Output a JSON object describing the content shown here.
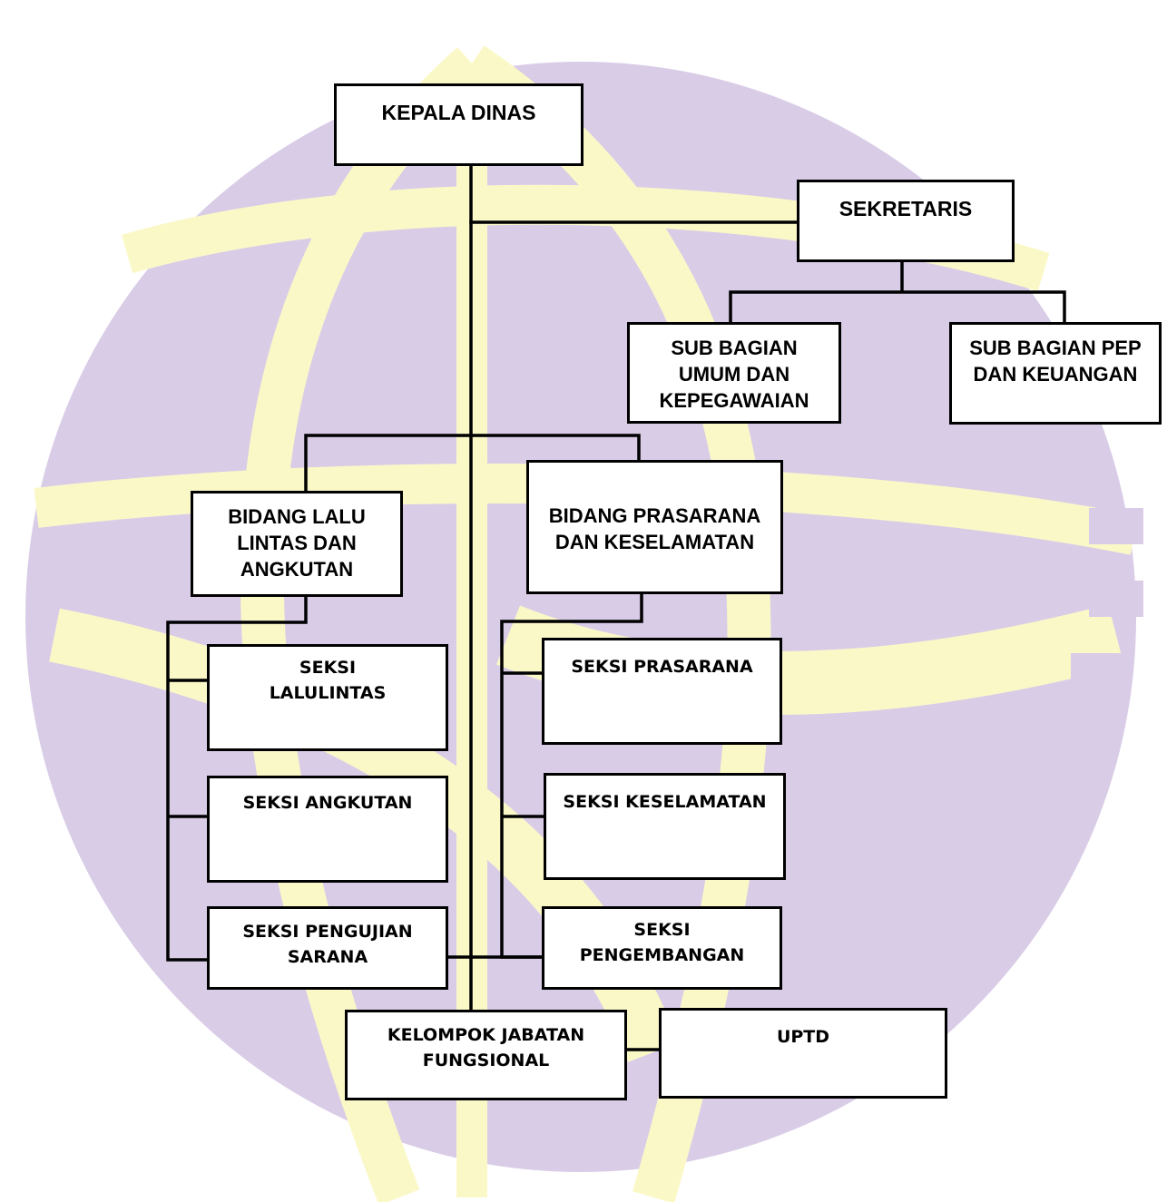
{
  "watermark": {
    "description_icon": "globe-logo-watermark",
    "purple": "#d8cbe6",
    "yellow": "#fbf7c6"
  },
  "boxes": {
    "kepala_dinas": "KEPALA DINAS",
    "sekretaris": "SEKRETARIS",
    "sub_bagian_umum": "SUB BAGIAN UMUM DAN KEPEGAWAIAN",
    "sub_bagian_pep": "SUB BAGIAN PEP DAN KEUANGAN",
    "bidang_lalu_lintas": "BIDANG LALU LINTAS DAN ANGKUTAN",
    "bidang_prasarana": "BIDANG PRASARANA DAN KESELAMATAN",
    "seksi_lalulintas": "SEKSI LALULINTAS",
    "seksi_angkutan": "SEKSI ANGKUTAN",
    "seksi_pengujian": "SEKSI PENGUJIAN SARANA",
    "seksi_prasarana": "SEKSI PRASARANA",
    "seksi_keselamatan": "SEKSI KESELAMATAN",
    "seksi_pengembangan": "SEKSI PENGEMBANGAN",
    "kelompok_jabatan": "KELOMPOK JABATAN FUNGSIONAL",
    "uptd": "UPTD"
  }
}
